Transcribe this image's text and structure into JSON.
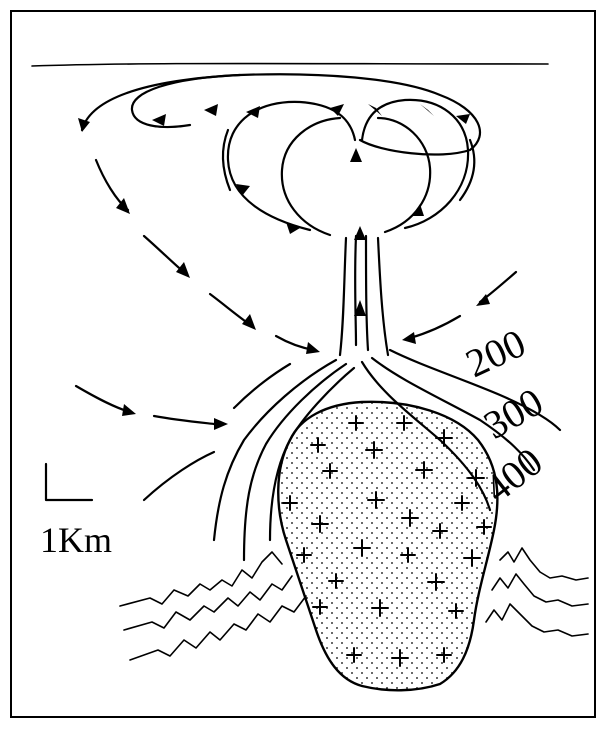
{
  "labels": {
    "contour_200": "200",
    "contour_300": "300",
    "contour_400": "400",
    "scale": "1Km"
  },
  "colors": {
    "ink": "#000000",
    "paper": "#ffffff"
  }
}
